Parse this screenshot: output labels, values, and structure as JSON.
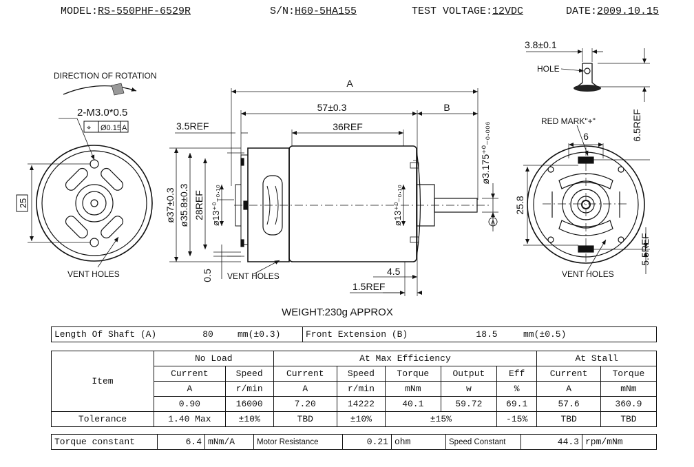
{
  "header": {
    "model_label": "MODEL:",
    "model_value": "RS-550PHF-6529R",
    "sn_label": "S/N:",
    "sn_value": "H60-5HA155",
    "voltage_label": "TEST VOLTAGE:",
    "voltage_value": "12VDC",
    "date_label": "DATE:",
    "date_value": "2009.10.15"
  },
  "drawing": {
    "direction_label": "DIRECTION OF ROTATION",
    "screw_label": "2-M3.0*0.5",
    "tol_a": "⌖",
    "tol_b": "Ø0.15",
    "tol_c": "A",
    "dim_25": "25",
    "vent_left": "VENT HOLES",
    "vent_mid": "VENT HOLES",
    "vent_right": "VENT HOLES",
    "dim_A": "A",
    "dim_57": "57±0.3",
    "dim_B": "B",
    "dim_35ref": "3.5REF",
    "dim_36ref": "36REF",
    "dim_37": "ø37±0.3",
    "dim_358": "ø35.8±0.3",
    "dim_28ref": "28REF",
    "dim_13": "ø13⁺⁰₋₀.₁₀",
    "dim_13b": "ø13⁺⁰₋₀.₁₀",
    "dim_3175": "ø3.175⁺⁰₋₀.₀₀₆",
    "dim_05": "0.5",
    "dim_45": "4.5",
    "dim_15ref": "1.5REF",
    "datum_a": "A",
    "dim_38": "3.8±0.1",
    "hole_label": "HOLE",
    "dim_65ref": "6.5REF",
    "red_mark": "RED MARK\"+\"",
    "dim_6": "6",
    "dim_258": "25.8",
    "dim_55ref": "5.5REF",
    "weight": "WEIGHT:230g APPROX"
  },
  "shaft_table": {
    "length_label": "Length Of Shaft (A)",
    "length_value": "80",
    "length_unit": "mm(±0.3)",
    "front_label": "Front Extension (B)",
    "front_value": "18.5",
    "front_unit": "mm(±0.5)"
  },
  "perf_table": {
    "item": "Item",
    "no_load": "No Load",
    "max_eff": "At Max Efficiency",
    "stall": "At Stall",
    "h_current": "Current",
    "h_speed": "Speed",
    "h_torque": "Torque",
    "h_output": "Output",
    "h_eff": "Eff",
    "u_a": "A",
    "u_rmin": "r/min",
    "u_mnm": "mNm",
    "u_w": "w",
    "u_pct": "%",
    "nl_current": "0.90",
    "nl_speed": "16000",
    "me_current": "7.20",
    "me_speed": "14222",
    "me_torque": "40.1",
    "me_output": "59.72",
    "me_eff": "69.1",
    "st_current": "57.6",
    "st_torque": "360.9",
    "tol_label": "Tolerance",
    "tol_nl_current": "1.40 Max",
    "tol_nl_speed": "±10%",
    "tol_me_current": "TBD",
    "tol_me_speed": "±10%",
    "tol_me_torque_output": "±15%",
    "tol_me_eff": "-15%",
    "tol_st_current": "TBD",
    "tol_st_torque": "TBD"
  },
  "const_table": {
    "torque_label": "Torque constant",
    "torque_value": "6.4",
    "torque_unit": "mNm/A",
    "res_label": "Motor Resistance",
    "res_value": "0.21",
    "res_unit": "ohm",
    "speed_label": "Speed Constant",
    "speed_value": "44.3",
    "speed_unit": "rpm/mNm"
  }
}
